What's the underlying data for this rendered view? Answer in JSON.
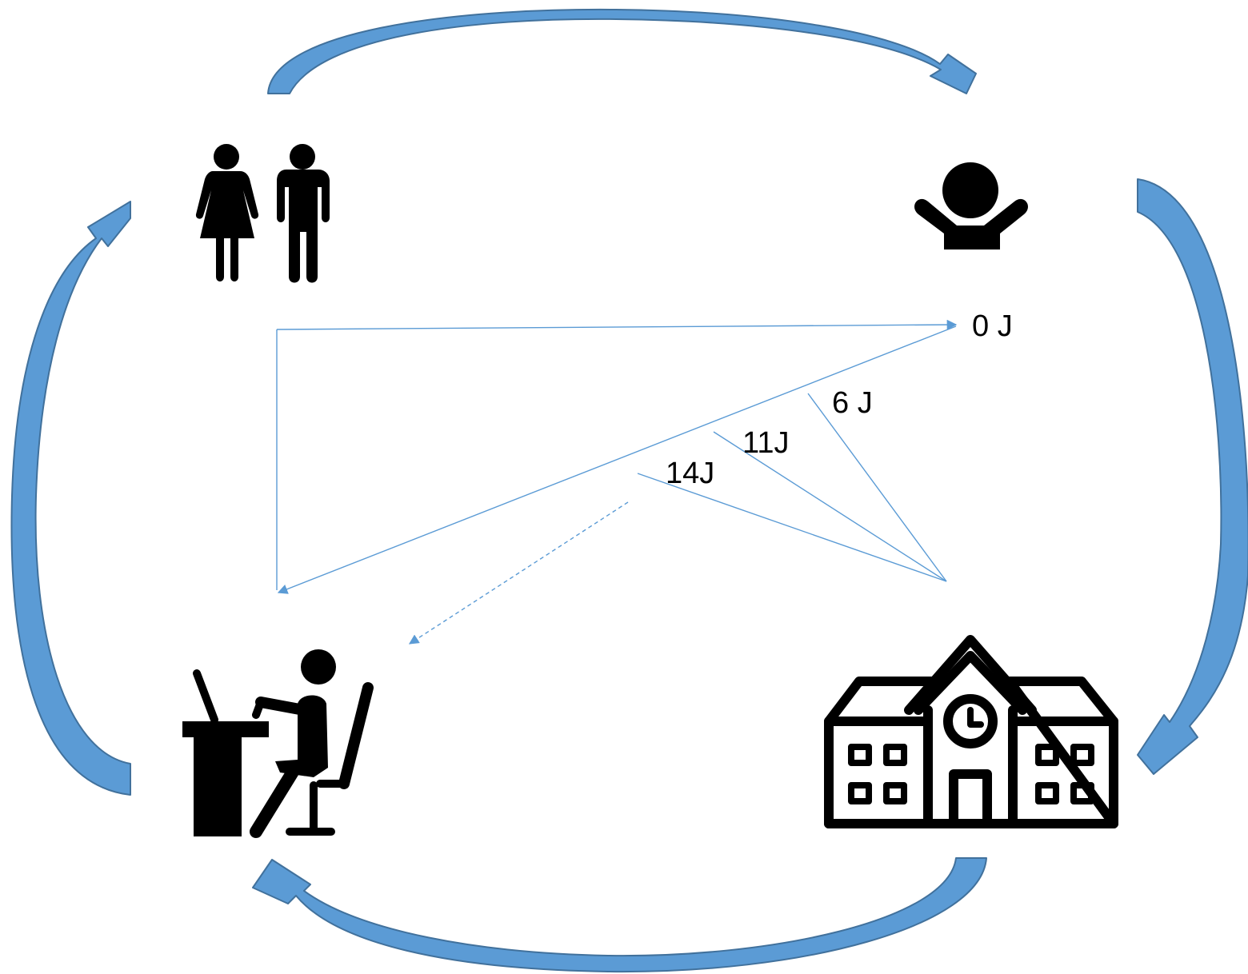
{
  "labels": {
    "zero": "0 J",
    "six": "6 J",
    "eleven": "11J",
    "fourteen": "14J"
  },
  "icons": {
    "couple": "man-woman-icon",
    "child": "child-arms-up-icon",
    "worker": "person-at-desk-icon",
    "school": "school-building-icon"
  },
  "colors": {
    "cycle_arrow": "#5b9bd5",
    "cycle_arrow_dark": "#41719c",
    "line": "#5b9bd5",
    "icon": "#000000"
  }
}
